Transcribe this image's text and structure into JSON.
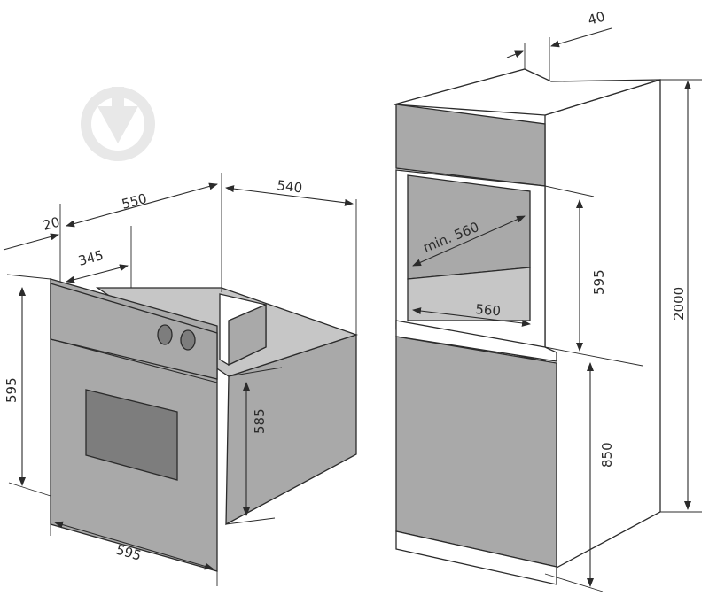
{
  "dimensions": {
    "oven": {
      "front_width": "595",
      "front_height": "595",
      "body_height": "585",
      "body_width": "550",
      "depth": "540",
      "panel_offset": "20",
      "top_depth": "345"
    },
    "cabinet": {
      "niche_height": "595",
      "niche_width": "560",
      "niche_depth": "min. 560",
      "total_height": "2000",
      "lower_height": "850",
      "back_gap": "40"
    }
  },
  "colors": {
    "body": "#a9a9a9",
    "door_window": "#7d7d7d",
    "line": "#2b2b2b"
  }
}
